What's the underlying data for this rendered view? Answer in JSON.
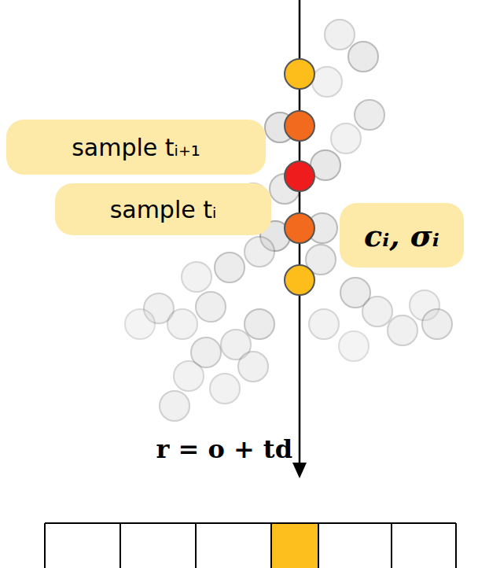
{
  "diagram": {
    "nodes": [
      {
        "text": [
          "sample tᵢ₊₁"
        ]
      },
      {
        "text": [
          "sample tᵢ"
        ]
      },
      {
        "text": [
          "cᵢ, σᵢ"
        ]
      }
    ],
    "labels": [
      "r = o + td"
    ]
  }
}
